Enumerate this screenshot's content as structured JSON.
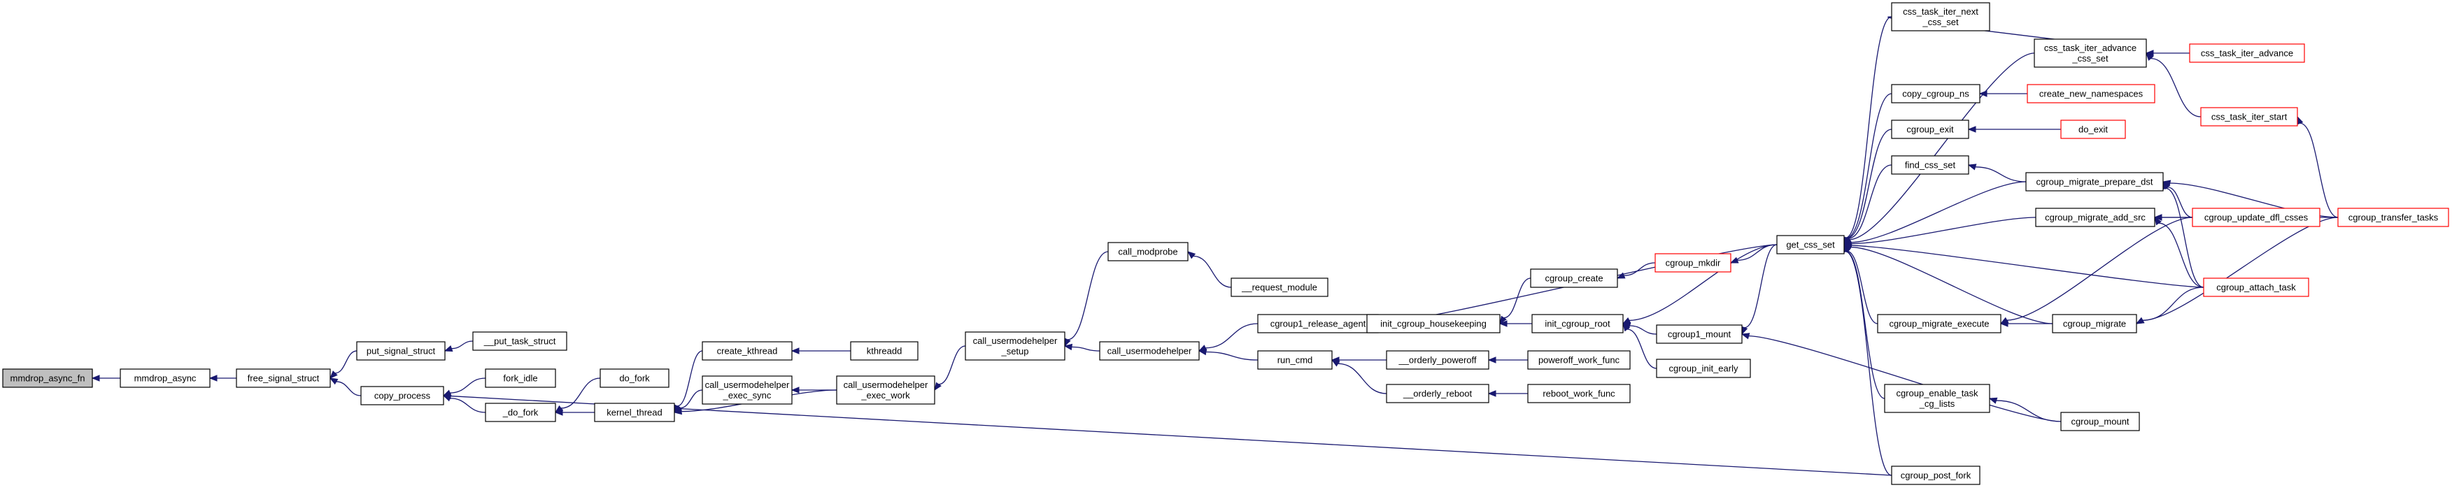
{
  "colors": {
    "edge": "#191970",
    "node_border": "#000000",
    "truncated_border": "#ff0000",
    "root_fill": "#bfbfbf"
  },
  "nodes": [
    {
      "id": "mmdrop_async_fn",
      "lines": [
        "mmdrop_async_fn"
      ],
      "root": true
    },
    {
      "id": "mmdrop_async",
      "lines": [
        "mmdrop_async"
      ]
    },
    {
      "id": "free_signal_struct",
      "lines": [
        "free_signal_struct"
      ]
    },
    {
      "id": "put_signal_struct",
      "lines": [
        "put_signal_struct"
      ]
    },
    {
      "id": "__put_task_struct",
      "lines": [
        "__put_task_struct"
      ]
    },
    {
      "id": "copy_process",
      "lines": [
        "copy_process"
      ]
    },
    {
      "id": "fork_idle",
      "lines": [
        "fork_idle"
      ]
    },
    {
      "id": "_do_fork",
      "lines": [
        "_do_fork"
      ]
    },
    {
      "id": "do_fork",
      "lines": [
        "do_fork"
      ]
    },
    {
      "id": "kernel_thread",
      "lines": [
        "kernel_thread"
      ]
    },
    {
      "id": "create_kthread",
      "lines": [
        "create_kthread"
      ]
    },
    {
      "id": "kthreadd",
      "lines": [
        "kthreadd"
      ]
    },
    {
      "id": "call_usermodehelper_exec_sync",
      "lines": [
        "call_usermodehelper",
        "_exec_sync"
      ]
    },
    {
      "id": "call_usermodehelper_exec_work",
      "lines": [
        "call_usermodehelper",
        "_exec_work"
      ]
    },
    {
      "id": "call_usermodehelper_setup",
      "lines": [
        "call_usermodehelper",
        "_setup"
      ]
    },
    {
      "id": "call_modprobe",
      "lines": [
        "call_modprobe"
      ]
    },
    {
      "id": "__request_module",
      "lines": [
        "__request_module"
      ]
    },
    {
      "id": "call_usermodehelper",
      "lines": [
        "call_usermodehelper"
      ]
    },
    {
      "id": "cgroup1_release_agent",
      "lines": [
        "cgroup1_release_agent"
      ]
    },
    {
      "id": "run_cmd",
      "lines": [
        "run_cmd"
      ]
    },
    {
      "id": "__orderly_poweroff",
      "lines": [
        "__orderly_poweroff"
      ]
    },
    {
      "id": "__orderly_reboot",
      "lines": [
        "__orderly_reboot"
      ]
    },
    {
      "id": "poweroff_work_func",
      "lines": [
        "poweroff_work_func"
      ]
    },
    {
      "id": "reboot_work_func",
      "lines": [
        "reboot_work_func"
      ]
    },
    {
      "id": "init_cgroup_housekeeping",
      "lines": [
        "init_cgroup_housekeeping"
      ]
    },
    {
      "id": "cgroup_create",
      "lines": [
        "cgroup_create"
      ]
    },
    {
      "id": "cgroup_mkdir",
      "lines": [
        "cgroup_mkdir"
      ],
      "truncated": true
    },
    {
      "id": "init_cgroup_root",
      "lines": [
        "init_cgroup_root"
      ]
    },
    {
      "id": "cgroup1_mount",
      "lines": [
        "cgroup1_mount"
      ]
    },
    {
      "id": "cgroup_init_early",
      "lines": [
        "cgroup_init_early"
      ]
    },
    {
      "id": "get_css_set",
      "lines": [
        "get_css_set"
      ]
    },
    {
      "id": "css_task_iter_next_css_set",
      "lines": [
        "css_task_iter_next",
        "_css_set"
      ]
    },
    {
      "id": "css_task_iter_advance_css_set",
      "lines": [
        "css_task_iter_advance",
        "_css_set"
      ]
    },
    {
      "id": "css_task_iter_advance",
      "lines": [
        "css_task_iter_advance"
      ],
      "truncated": true
    },
    {
      "id": "css_task_iter_start",
      "lines": [
        "css_task_iter_start"
      ],
      "truncated": true
    },
    {
      "id": "copy_cgroup_ns",
      "lines": [
        "copy_cgroup_ns"
      ]
    },
    {
      "id": "create_new_namespaces",
      "lines": [
        "create_new_namespaces"
      ],
      "truncated": true
    },
    {
      "id": "cgroup_exit",
      "lines": [
        "cgroup_exit"
      ]
    },
    {
      "id": "do_exit",
      "lines": [
        "do_exit"
      ],
      "truncated": true
    },
    {
      "id": "find_css_set",
      "lines": [
        "find_css_set"
      ]
    },
    {
      "id": "cgroup_migrate_prepare_dst",
      "lines": [
        "cgroup_migrate_prepare_dst"
      ]
    },
    {
      "id": "cgroup_migrate_add_src",
      "lines": [
        "cgroup_migrate_add_src"
      ]
    },
    {
      "id": "cgroup_update_dfl_csses",
      "lines": [
        "cgroup_update_dfl_csses"
      ],
      "truncated": true
    },
    {
      "id": "cgroup_transfer_tasks",
      "lines": [
        "cgroup_transfer_tasks"
      ],
      "truncated": true
    },
    {
      "id": "cgroup_attach_task",
      "lines": [
        "cgroup_attach_task"
      ],
      "truncated": true
    },
    {
      "id": "cgroup_migrate_execute",
      "lines": [
        "cgroup_migrate_execute"
      ]
    },
    {
      "id": "cgroup_migrate",
      "lines": [
        "cgroup_migrate"
      ]
    },
    {
      "id": "cgroup_enable_task_cg_lists",
      "lines": [
        "cgroup_enable_task",
        "_cg_lists"
      ]
    },
    {
      "id": "cgroup_mount",
      "lines": [
        "cgroup_mount"
      ]
    },
    {
      "id": "cgroup_post_fork",
      "lines": [
        "cgroup_post_fork"
      ]
    }
  ],
  "edges": [
    [
      "mmdrop_async",
      "mmdrop_async_fn"
    ],
    [
      "free_signal_struct",
      "mmdrop_async"
    ],
    [
      "put_signal_struct",
      "free_signal_struct"
    ],
    [
      "copy_process",
      "free_signal_struct"
    ],
    [
      "__put_task_struct",
      "put_signal_struct"
    ],
    [
      "fork_idle",
      "copy_process"
    ],
    [
      "_do_fork",
      "copy_process"
    ],
    [
      "cgroup_post_fork",
      "copy_process"
    ],
    [
      "do_fork",
      "_do_fork"
    ],
    [
      "kernel_thread",
      "_do_fork"
    ],
    [
      "create_kthread",
      "kernel_thread"
    ],
    [
      "call_usermodehelper_exec_sync",
      "kernel_thread"
    ],
    [
      "call_usermodehelper_exec_work",
      "kernel_thread"
    ],
    [
      "kthreadd",
      "create_kthread"
    ],
    [
      "call_usermodehelper_exec_work",
      "call_usermodehelper_exec_sync"
    ],
    [
      "call_usermodehelper_setup",
      "call_usermodehelper_exec_work"
    ],
    [
      "call_modprobe",
      "call_usermodehelper_setup"
    ],
    [
      "call_usermodehelper",
      "call_usermodehelper_setup"
    ],
    [
      "__request_module",
      "call_modprobe"
    ],
    [
      "cgroup1_release_agent",
      "call_usermodehelper"
    ],
    [
      "run_cmd",
      "call_usermodehelper"
    ],
    [
      "__orderly_poweroff",
      "run_cmd"
    ],
    [
      "__orderly_reboot",
      "run_cmd"
    ],
    [
      "poweroff_work_func",
      "__orderly_poweroff"
    ],
    [
      "reboot_work_func",
      "__orderly_reboot"
    ],
    [
      "init_cgroup_housekeeping",
      "cgroup1_release_agent"
    ],
    [
      "get_css_set",
      "cgroup1_release_agent"
    ],
    [
      "cgroup_create",
      "init_cgroup_housekeeping"
    ],
    [
      "init_cgroup_root",
      "init_cgroup_housekeeping"
    ],
    [
      "cgroup_mkdir",
      "cgroup_create"
    ],
    [
      "cgroup1_mount",
      "init_cgroup_root"
    ],
    [
      "cgroup_init_early",
      "init_cgroup_root"
    ],
    [
      "get_css_set",
      "cgroup_mkdir"
    ],
    [
      "get_css_set",
      "init_cgroup_root"
    ],
    [
      "get_css_set",
      "cgroup1_mount"
    ],
    [
      "cgroup_mount",
      "cgroup1_mount"
    ],
    [
      "css_task_iter_next_css_set",
      "get_css_set"
    ],
    [
      "css_task_iter_advance_css_set",
      "get_css_set"
    ],
    [
      "copy_cgroup_ns",
      "get_css_set"
    ],
    [
      "cgroup_exit",
      "get_css_set"
    ],
    [
      "find_css_set",
      "get_css_set"
    ],
    [
      "cgroup_migrate_prepare_dst",
      "get_css_set"
    ],
    [
      "cgroup_migrate_add_src",
      "get_css_set"
    ],
    [
      "cgroup_attach_task",
      "get_css_set"
    ],
    [
      "cgroup_migrate_execute",
      "get_css_set"
    ],
    [
      "cgroup_migrate",
      "get_css_set"
    ],
    [
      "cgroup_enable_task_cg_lists",
      "get_css_set"
    ],
    [
      "cgroup_post_fork",
      "get_css_set"
    ],
    [
      "css_task_iter_next_css_set",
      "css_task_iter_advance_css_set"
    ],
    [
      "css_task_iter_advance",
      "css_task_iter_advance_css_set"
    ],
    [
      "css_task_iter_start",
      "css_task_iter_advance_css_set"
    ],
    [
      "cgroup_transfer_tasks",
      "css_task_iter_start"
    ],
    [
      "create_new_namespaces",
      "copy_cgroup_ns"
    ],
    [
      "do_exit",
      "cgroup_exit"
    ],
    [
      "cgroup_migrate_prepare_dst",
      "find_css_set"
    ],
    [
      "cgroup_transfer_tasks",
      "cgroup_migrate_prepare_dst"
    ],
    [
      "cgroup_update_dfl_csses",
      "cgroup_migrate_prepare_dst"
    ],
    [
      "cgroup_attach_task",
      "cgroup_migrate_prepare_dst"
    ],
    [
      "cgroup_update_dfl_csses",
      "cgroup_migrate_add_src"
    ],
    [
      "cgroup_transfer_tasks",
      "cgroup_migrate_add_src"
    ],
    [
      "cgroup_attach_task",
      "cgroup_migrate_add_src"
    ],
    [
      "cgroup_migrate",
      "cgroup_migrate_execute"
    ],
    [
      "cgroup_update_dfl_csses",
      "cgroup_migrate_execute"
    ],
    [
      "cgroup_attach_task",
      "cgroup_migrate"
    ],
    [
      "cgroup_transfer_tasks",
      "cgroup_migrate"
    ],
    [
      "cgroup_mount",
      "cgroup_enable_task_cg_lists"
    ]
  ]
}
